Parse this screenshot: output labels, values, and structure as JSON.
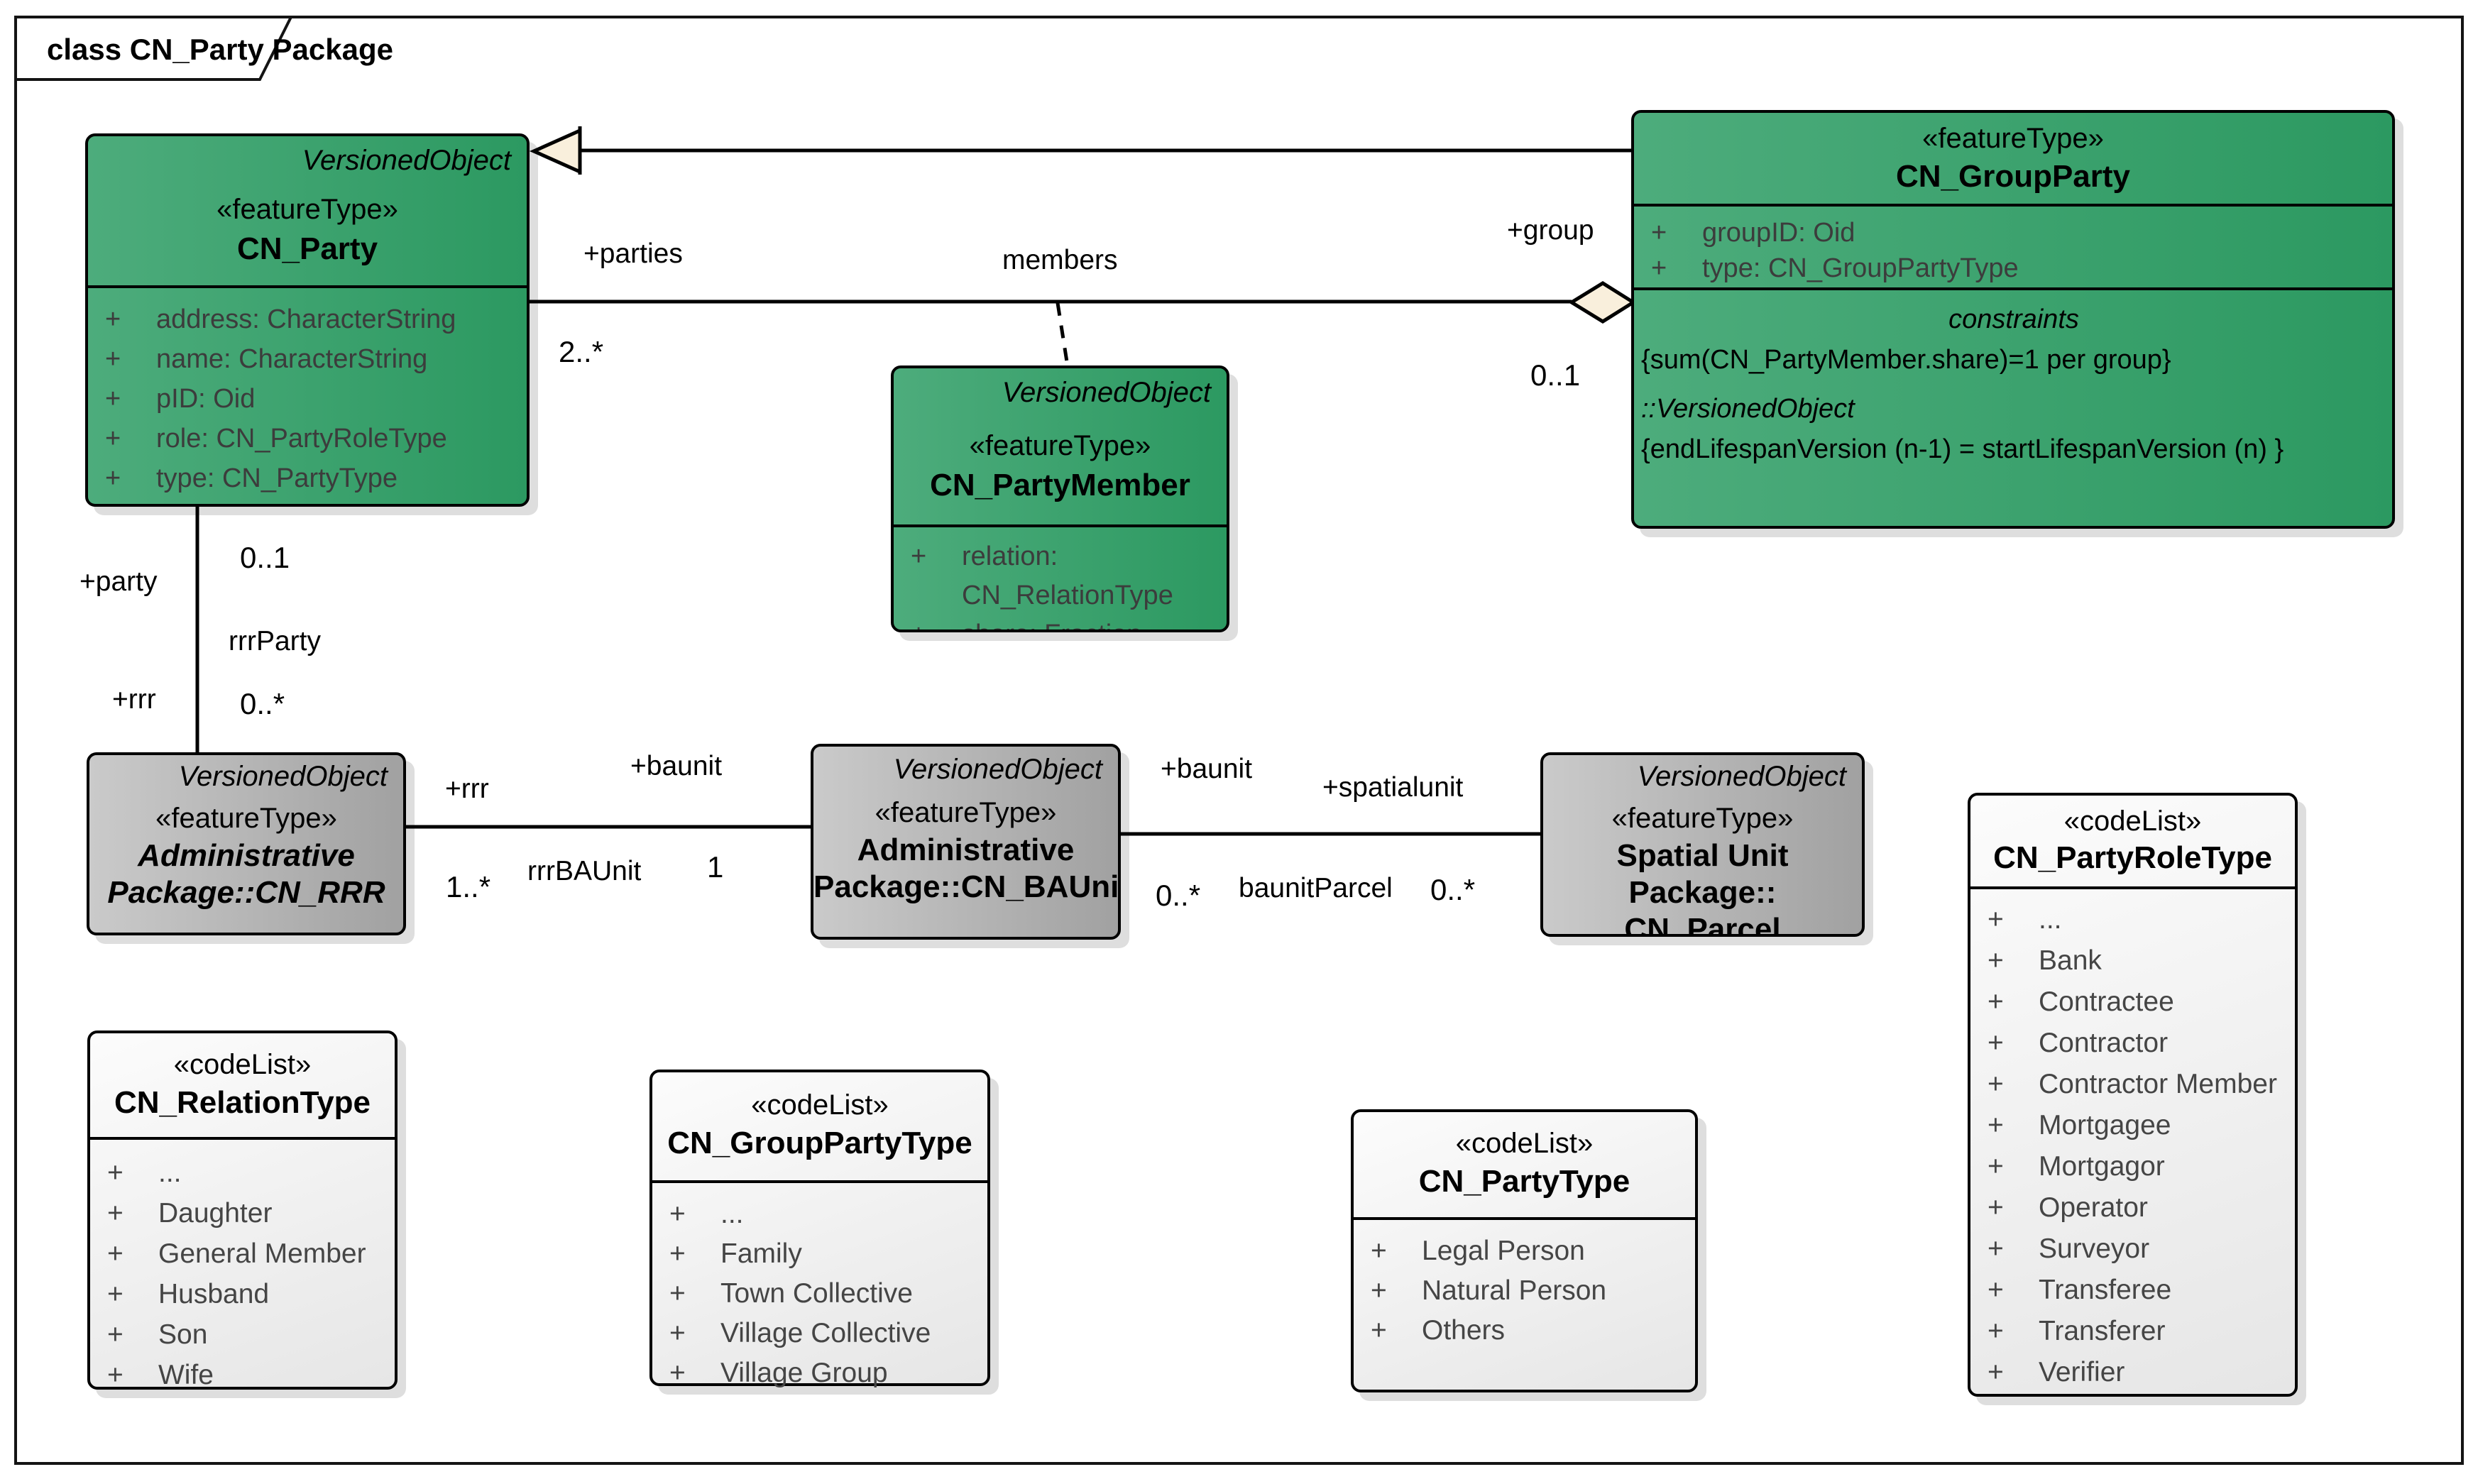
{
  "diagram": {
    "title": "class CN_Party Package"
  },
  "classes": {
    "cn_party": {
      "parent": "VersionedObject",
      "stereotype": "«featureType»",
      "name": "CN_Party",
      "attributes": [
        {
          "vis": "+",
          "text": "address: CharacterString"
        },
        {
          "vis": "+",
          "text": "name: CharacterString"
        },
        {
          "vis": "+",
          "text": "pID: Oid"
        },
        {
          "vis": "+",
          "text": "role: CN_PartyRoleType"
        },
        {
          "vis": "+",
          "text": "type: CN_PartyType"
        }
      ]
    },
    "cn_groupparty": {
      "stereotype": "«featureType»",
      "name": "CN_GroupParty",
      "attributes": [
        {
          "vis": "+",
          "text": "groupID: Oid"
        },
        {
          "vis": "+",
          "text": "type: CN_GroupPartyType"
        }
      ],
      "constraints_title": "constraints",
      "constraint_1": "{sum(CN_PartyMember.share)=1 per group}",
      "inherited_from": "::VersionedObject",
      "constraint_2": "{endLifespanVersion (n-1) = startLifespanVersion (n) }"
    },
    "cn_partymember": {
      "parent": "VersionedObject",
      "stereotype": "«featureType»",
      "name": "CN_PartyMember",
      "attributes": [
        {
          "vis": "+",
          "text": "relation: CN_RelationType"
        },
        {
          "vis": "+",
          "text": "share: Fraction"
        }
      ]
    },
    "cn_rrr": {
      "parent": "VersionedObject",
      "stereotype": "«featureType»",
      "name_line1": "Administrative",
      "name_line2": "Package::CN_RRR"
    },
    "cn_baunit": {
      "parent": "VersionedObject",
      "stereotype": "«featureType»",
      "name_line1": "Administrative",
      "name_line2": "Package::CN_BAUnit"
    },
    "cn_parcel": {
      "parent": "VersionedObject",
      "stereotype": "«featureType»",
      "name_line1": "Spatial Unit Package::",
      "name_line2": "CN_Parcel"
    }
  },
  "codelists": {
    "relation_type": {
      "stereotype": "«codeList»",
      "name": "CN_RelationType",
      "items": [
        {
          "vis": "+",
          "text": "..."
        },
        {
          "vis": "+",
          "text": "Daughter"
        },
        {
          "vis": "+",
          "text": "General Member"
        },
        {
          "vis": "+",
          "text": "Husband"
        },
        {
          "vis": "+",
          "text": "Son"
        },
        {
          "vis": "+",
          "text": "Wife"
        }
      ]
    },
    "groupparty_type": {
      "stereotype": "«codeList»",
      "name": "CN_GroupPartyType",
      "items": [
        {
          "vis": "+",
          "text": "..."
        },
        {
          "vis": "+",
          "text": "Family"
        },
        {
          "vis": "+",
          "text": "Town Collective"
        },
        {
          "vis": "+",
          "text": "Village Collective"
        },
        {
          "vis": "+",
          "text": "Village Group"
        }
      ]
    },
    "party_type": {
      "stereotype": "«codeList»",
      "name": "CN_PartyType",
      "items": [
        {
          "vis": "+",
          "text": "Legal Person"
        },
        {
          "vis": "+",
          "text": "Natural Person"
        },
        {
          "vis": "+",
          "text": "Others"
        }
      ]
    },
    "partyrole_type": {
      "stereotype": "«codeList»",
      "name": "CN_PartyRoleType",
      "items": [
        {
          "vis": "+",
          "text": "..."
        },
        {
          "vis": "+",
          "text": "Bank"
        },
        {
          "vis": "+",
          "text": "Contractee"
        },
        {
          "vis": "+",
          "text": "Contractor"
        },
        {
          "vis": "+",
          "text": "Contractor Member"
        },
        {
          "vis": "+",
          "text": "Mortgagee"
        },
        {
          "vis": "+",
          "text": "Mortgagor"
        },
        {
          "vis": "+",
          "text": "Operator"
        },
        {
          "vis": "+",
          "text": "Surveyor"
        },
        {
          "vis": "+",
          "text": "Transferee"
        },
        {
          "vis": "+",
          "text": "Transferer"
        },
        {
          "vis": "+",
          "text": "Verifier"
        }
      ]
    }
  },
  "connector_labels": {
    "parties_role": "+parties",
    "parties_mult": "2..*",
    "members_name": "members",
    "group_role": "+group",
    "group_mult": "0..1",
    "party_role": "+party",
    "party_mult": "0..1",
    "rrrparty_name": "rrrParty",
    "rrr_role": "+rrr",
    "rrr_mult": "0..*",
    "rrr_role2": "+rrr",
    "rrr_mult2": "1..*",
    "rrrbaunit_name": "rrrBAUnit",
    "baunit_role_left": "+baunit",
    "baunit_mult_left": "1",
    "baunit_role_right": "+baunit",
    "baunit_mult_right": "0..*",
    "baunitparcel_name": "baunitParcel",
    "spatialunit_role": "+spatialunit",
    "spatialunit_mult": "0..*"
  },
  "colors": {
    "feature_class_fill": "#3aa36d",
    "package_class_fill": "#b5b5b5",
    "codelist_fill": "#f2f2f2",
    "arrow_fill": "#f9efdc",
    "line": "#000000"
  }
}
